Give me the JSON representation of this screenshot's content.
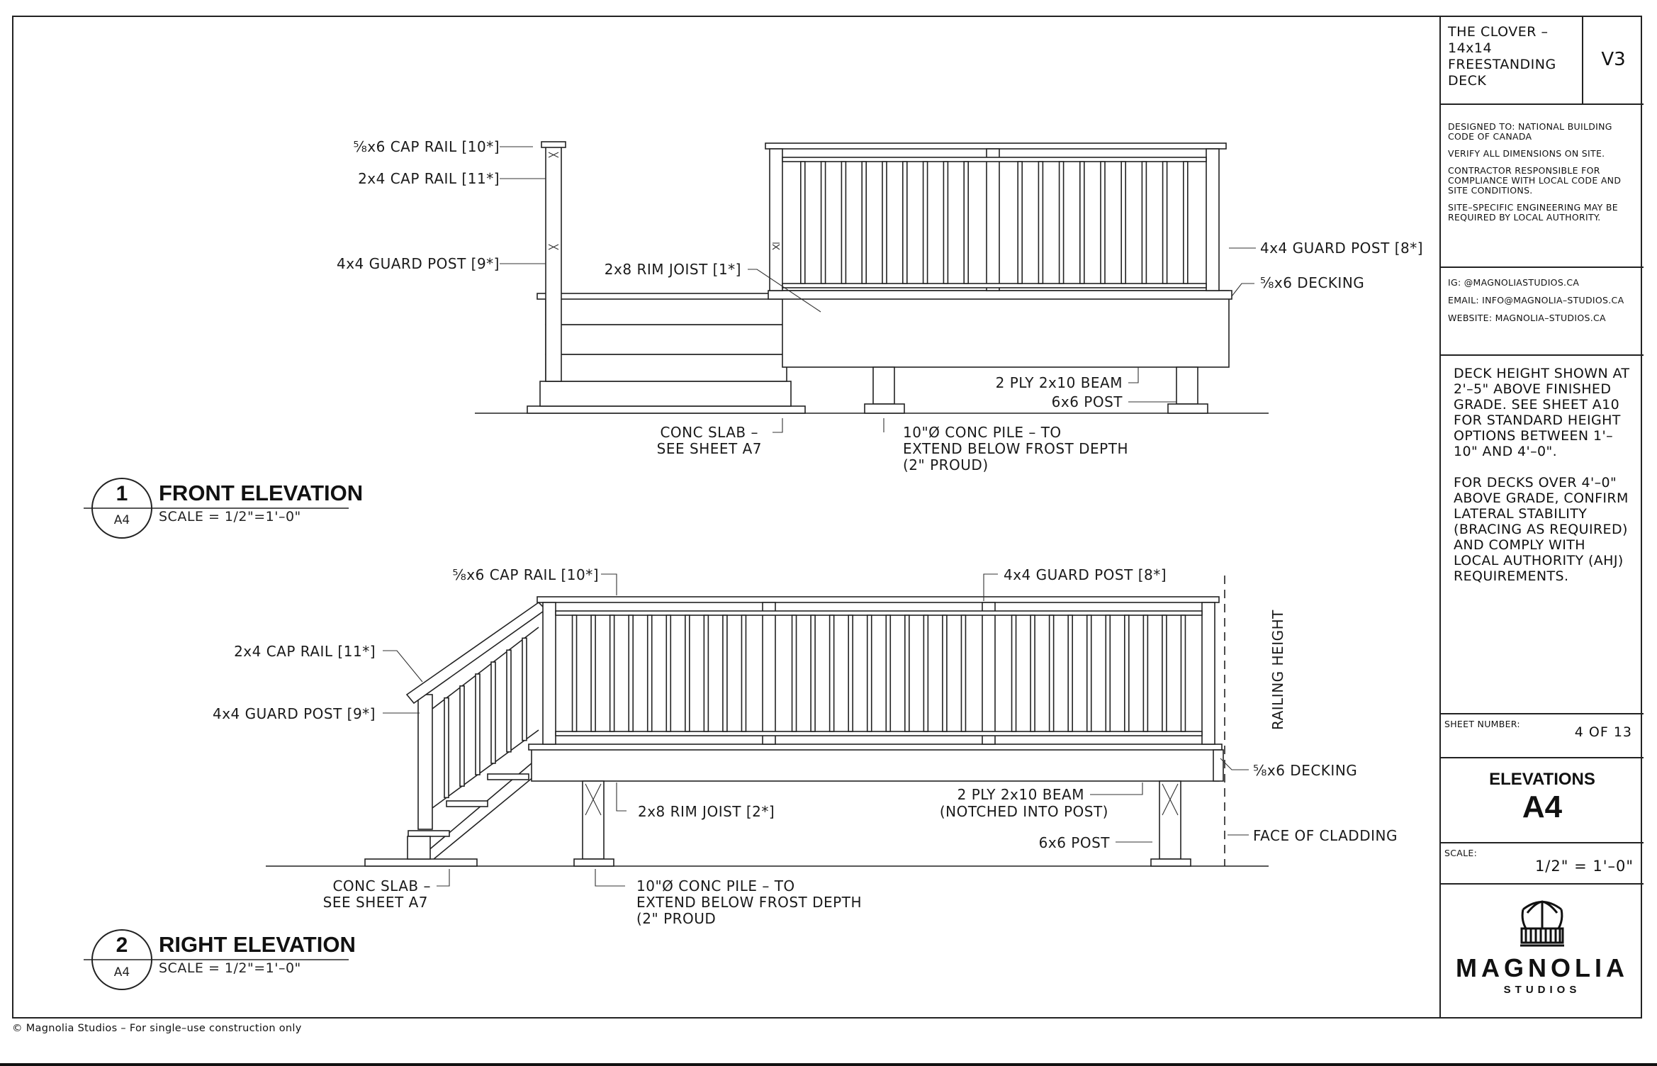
{
  "project": {
    "title": "THE CLOVER – 14x14 FREESTANDING DECK",
    "version": "V3"
  },
  "notes": [
    "DESIGNED TO: NATIONAL BUILDING CODE OF CANADA",
    "VERIFY ALL DIMENSIONS ON SITE.",
    "CONTRACTOR RESPONSIBLE FOR COMPLIANCE WITH LOCAL CODE AND SITE CONDITIONS.",
    "SITE–SPECIFIC ENGINEERING MAY BE REQUIRED BY LOCAL AUTHORITY."
  ],
  "contact": {
    "ig": "IG: @MAGNOLIASTUDIOS.CA",
    "email": "EMAIL: INFO@MAGNOLIA–STUDIOS.CA",
    "website": "WEBSITE: MAGNOLIA–STUDIOS.CA"
  },
  "general_notes": {
    "p1": "DECK HEIGHT SHOWN AT 2'–5\" ABOVE FINISHED GRADE. SEE SHEET A10 FOR STANDARD HEIGHT OPTIONS BETWEEN 1'–10\" AND 4'–0\".",
    "p2": "FOR DECKS OVER 4'–0\" ABOVE GRADE, CONFIRM LATERAL STABILITY (BRACING AS REQUIRED) AND COMPLY WITH LOCAL AUTHORITY (AHJ) REQUIREMENTS."
  },
  "sheet": {
    "number_label": "SHEET NUMBER:",
    "number": "4 OF 13",
    "title": "ELEVATIONS",
    "id": "A4",
    "scale_label": "SCALE:",
    "scale": "1/2\" = 1'–0\""
  },
  "logo": {
    "name": "MAGNOLIA",
    "sub": "STUDIOS"
  },
  "front_elevation": {
    "number": "1",
    "sheet_ref": "A4",
    "title": "FRONT ELEVATION",
    "scale": "SCALE = 1/2\"=1'–0\"",
    "labels": {
      "cap_rail": "⅝x6 CAP RAIL [10*]",
      "cap_rail_2x4": "2x4 CAP RAIL [11*]",
      "guard_post_9": "4x4 GUARD POST [9*]",
      "rim_joist": "2x8 RIM JOIST [1*]",
      "guard_post_8": "4x4 GUARD POST [8*]",
      "decking": "⅝x6 DECKING",
      "beam": "2 PLY 2x10 BEAM",
      "post": "6x6 POST",
      "slab_1": "CONC SLAB –",
      "slab_2": "SEE SHEET A7",
      "pile_1": "10\"Ø CONC PILE – TO",
      "pile_2": "EXTEND BELOW FROST DEPTH",
      "pile_3": "(2\" PROUD)"
    }
  },
  "right_elevation": {
    "number": "2",
    "sheet_ref": "A4",
    "title": "RIGHT ELEVATION",
    "scale": "SCALE = 1/2\"=1'–0\"",
    "labels": {
      "cap_rail": "⅝x6 CAP RAIL [10*]",
      "guard_post_8": "4x4 GUARD POST [8*]",
      "cap_rail_2x4": "2x4 CAP RAIL [11*]",
      "guard_post_9": "4x4 GUARD POST [9*]",
      "railing_height": "RAILING HEIGHT",
      "decking": "⅝x6 DECKING",
      "rim_joist": "2x8 RIM JOIST [2*]",
      "beam_1": "2 PLY 2x10 BEAM",
      "beam_2": "(NOTCHED INTO POST)",
      "post": "6x6 POST",
      "cladding": "FACE OF CLADDING",
      "slab_1": "CONC SLAB –",
      "slab_2": "SEE SHEET A7",
      "pile_1": "10\"Ø CONC PILE – TO",
      "pile_2": "EXTEND BELOW FROST DEPTH",
      "pile_3": "(2\" PROUD"
    }
  },
  "copyright": "© Magnolia Studios – For single–use construction only"
}
